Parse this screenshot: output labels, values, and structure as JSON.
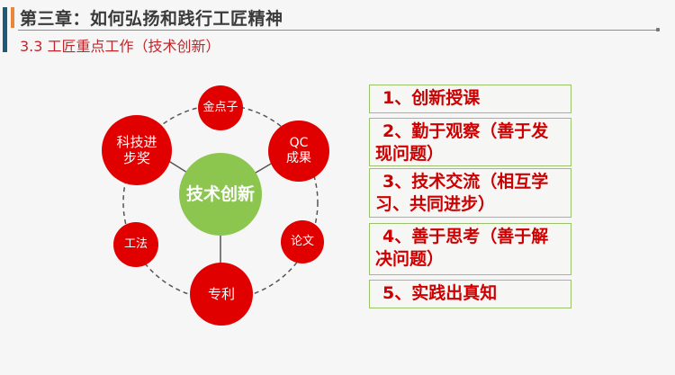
{
  "header": {
    "chapter_title": "第三章：如何弘扬和践行工匠精神",
    "section_title": "3.3 工匠重点工作（技术创新）",
    "colors": {
      "accent_blue": "#1d5a7a",
      "accent_orange": "#e8873c",
      "section_red": "#c0262a"
    }
  },
  "diagram": {
    "center": {
      "label": "技术创新",
      "color": "#8cc64f"
    },
    "nodes": [
      {
        "id": "jindianzi",
        "label": "金点子"
      },
      {
        "id": "qc",
        "label_line1": "QC",
        "label_line2": "成果"
      },
      {
        "id": "lunwen",
        "label": "论文"
      },
      {
        "id": "zhuanli",
        "label": "专利"
      },
      {
        "id": "gongfa",
        "label": "工法"
      },
      {
        "id": "kejijinbu",
        "label_line1": "科技进",
        "label_line2": "步奖"
      }
    ],
    "node_color": "#e00000"
  },
  "items": [
    {
      "text": "1、创新授课"
    },
    {
      "text": "2、勤于观察（善于发现问题）"
    },
    {
      "text": "3、技术交流（相互学习、共同进步）"
    },
    {
      "text": "4、善于思考（善于解决问题）"
    },
    {
      "text": "5、实践出真知"
    }
  ],
  "item_style": {
    "text_color": "#cc0000",
    "border_color": "#9bc26b"
  }
}
